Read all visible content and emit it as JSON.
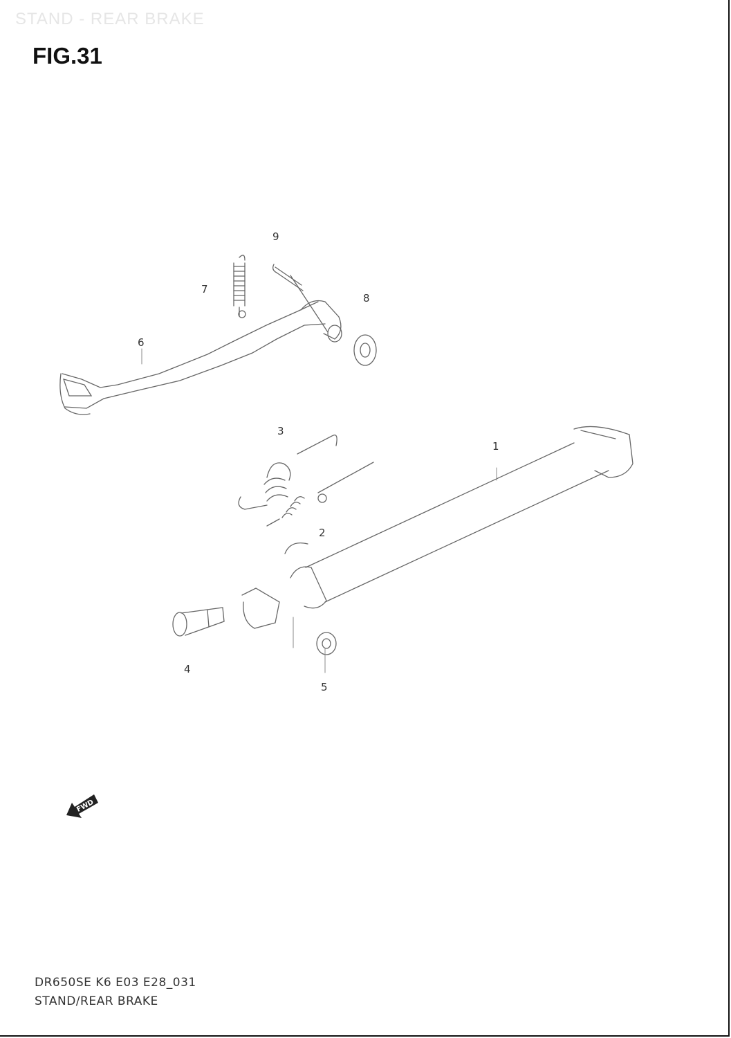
{
  "header": {
    "section": "STAND - REAR BRAKE",
    "figure": "FIG.31"
  },
  "callouts": {
    "c1": "1",
    "c2": "2",
    "c3": "3",
    "c4": "4",
    "c5": "5",
    "c6": "6",
    "c7": "7",
    "c8": "8",
    "c9": "9"
  },
  "fwd_arrow": {
    "label": "FWD"
  },
  "footer": {
    "code": "DR650SE K6 E03 E28_031",
    "caption": "STAND/REAR BRAKE"
  }
}
